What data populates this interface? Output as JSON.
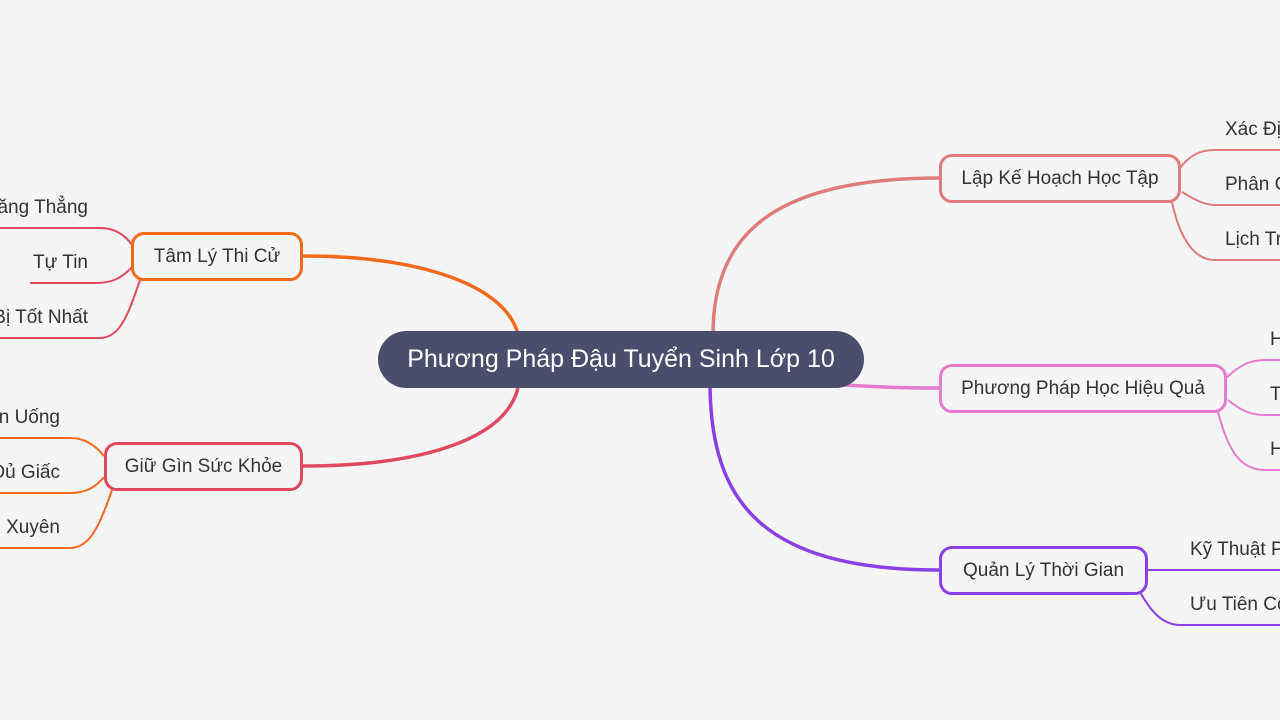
{
  "root": {
    "label": "Phương Pháp Đậu Tuyển Sinh Lớp 10",
    "color": "#4a4d6b"
  },
  "branches": [
    {
      "id": "b1",
      "label": "Lập Kế Hoạch Học Tập",
      "color": "#e07b7b",
      "children": [
        "Xác Định",
        "Phân C",
        "Lịch Tr"
      ]
    },
    {
      "id": "b2",
      "label": "Phương Pháp Học Hiệu Quả",
      "color": "#e57bd0",
      "children": [
        "H",
        "T",
        "H"
      ]
    },
    {
      "id": "b3",
      "label": "Quản Lý Thời Gian",
      "color": "#8b3fe6",
      "children": [
        "Kỹ Thuật P",
        "Ưu Tiên Cô"
      ]
    },
    {
      "id": "b4",
      "label": "Tâm Lý Thi Cử",
      "color": "#f26a1b",
      "children": [
        "Giảm Căng Thẳng",
        "Tự Tin",
        "Chuẩn Bị Tốt Nhất"
      ]
    },
    {
      "id": "b5",
      "label": "Giữ Gìn Sức Khỏe",
      "color": "#e0485e",
      "children": [
        "Ăn Uống",
        "Ngủ Đủ Giấc",
        "Tập Thể Dục Thường Xuyên"
      ]
    }
  ]
}
